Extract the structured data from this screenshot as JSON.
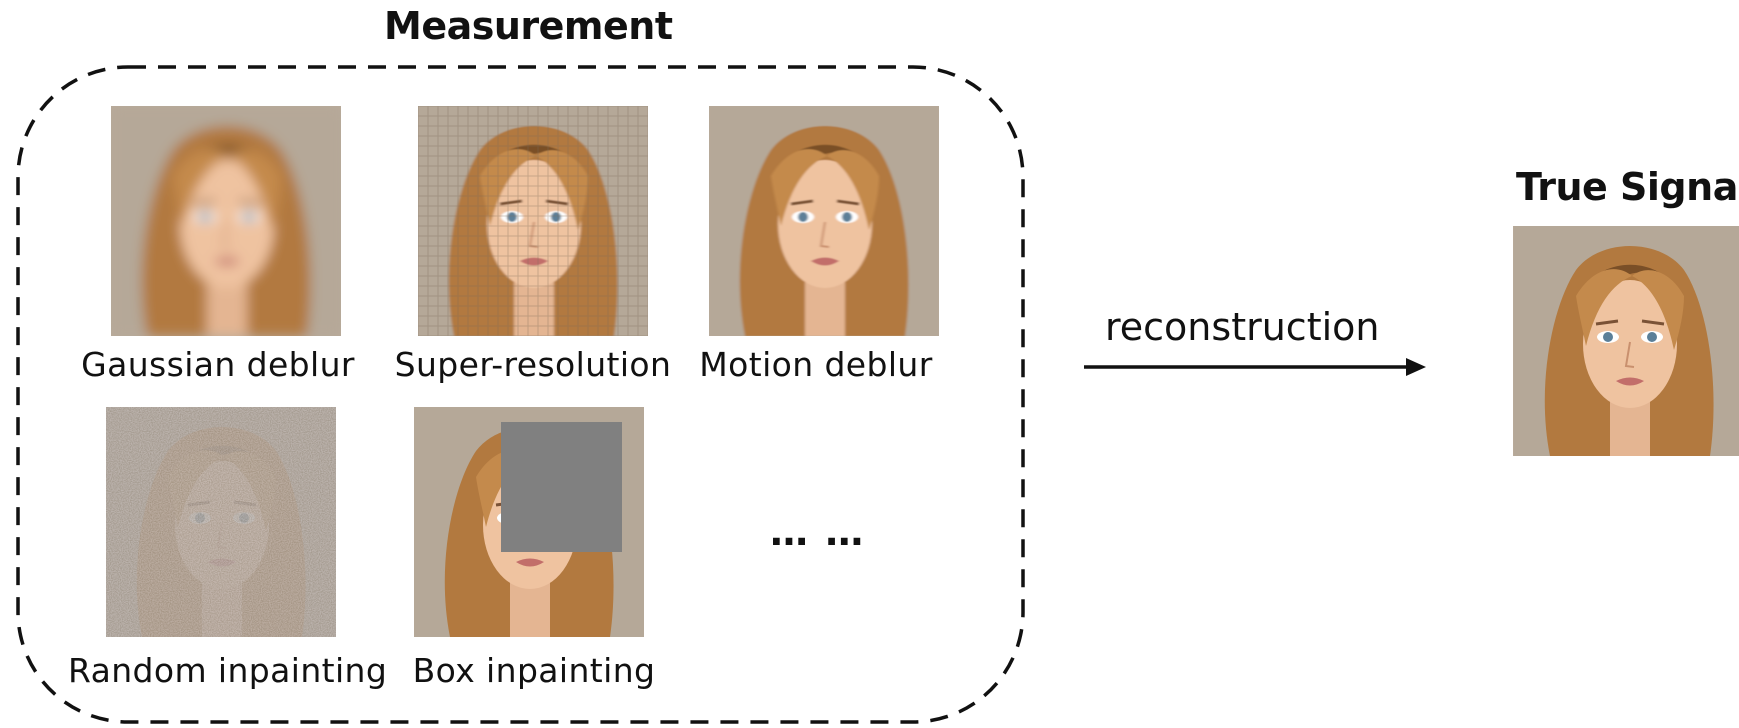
{
  "measurement": {
    "title": "Measurement",
    "items": [
      {
        "label": "Gaussian deblur"
      },
      {
        "label": "Super-resolution"
      },
      {
        "label": "Motion deblur"
      },
      {
        "label": "Random inpainting"
      },
      {
        "label": "Box inpainting"
      }
    ],
    "more": "… …"
  },
  "arrow": {
    "label": "reconstruction"
  },
  "true_signal": {
    "title": "True Signal"
  },
  "colors": {
    "background": "#ffffff",
    "text": "#111111",
    "border": "#111111",
    "mask": "#808080"
  }
}
